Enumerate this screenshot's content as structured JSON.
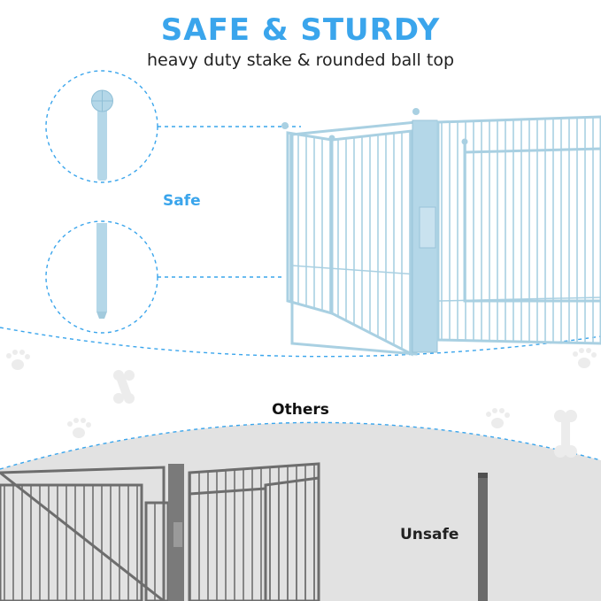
{
  "header": {
    "title": "SAFE & STURDY",
    "subtitle": "heavy duty stake & rounded ball top"
  },
  "labels": {
    "safe": "Safe",
    "others": "Others",
    "unsafe": "Unsafe"
  },
  "colors": {
    "accent": "#3aa5ec",
    "safe_fence": "#a9d0e2",
    "unsafe_fence": "#6d6d6d",
    "lower_panel_bg": "#e2e2e2",
    "watermark": "#e6e6e6"
  },
  "icons": [
    "ball-top-stake-icon",
    "plain-stake-icon",
    "bone-icon",
    "paw-print-icon",
    "pointed-stake-icon"
  ]
}
